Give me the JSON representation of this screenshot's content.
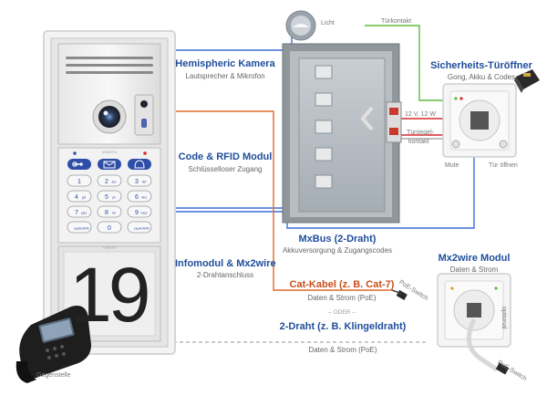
{
  "labels": {
    "camera_title": "Hemispheric Kamera",
    "camera_sub": "Lautsprecher & Mikrofon",
    "rfid_title": "Code & RFID Modul",
    "rfid_sub": "Schlüsselloser Zugang",
    "info_title": "Infomodul & Mx2wire",
    "info_sub": "2-Drahtanschluss",
    "mxbus_title": "MxBus (2-Draht)",
    "mxbus_sub": "Akkuversorgung & Zugangscodes",
    "opener_title": "Sicherheits-Türöffner",
    "opener_sub": "Gong, Akku & Codes",
    "mx2wire_title": "Mx2wire Modul",
    "mx2wire_sub": "Daten & Strom",
    "cat_title": "Cat-Kabel (z. B. Cat-7)",
    "cat_sub": "Daten & Strom (PoE)",
    "oder": "– ODER –",
    "twowire_title": "2-Draht (z. B. Klingeldraht)",
    "twowire_sub": "Daten & Strom (PoE)",
    "licht": "Licht",
    "tuerkontakt": "Türkontakt",
    "voltage": "12 V, 12 W",
    "riegel": "Türriegel-\nkontakt",
    "riegel_1": "Türriegel-",
    "riegel_2": "kontakt",
    "mute": "Mute",
    "tuer_oeffnen": "Tür öffnen",
    "optional": "optional",
    "poe_switch_1": "PoE-Switch",
    "poe_switch_2": "PoE-Switch",
    "gegenstelle": "Gegenstelle",
    "house_number": "19",
    "brand_top": "MOBOTIX",
    "brand_mid": "MOBOTIX"
  },
  "keypad": {
    "keys": [
      {
        "main": "1",
        "sub": ""
      },
      {
        "main": "2",
        "sub": "abc"
      },
      {
        "main": "3",
        "sub": "def"
      },
      {
        "main": "4",
        "sub": "ghi"
      },
      {
        "main": "5",
        "sub": "jkl"
      },
      {
        "main": "6",
        "sub": "mno"
      },
      {
        "main": "7",
        "sub": "pqrs"
      },
      {
        "main": "8",
        "sub": "tuv"
      },
      {
        "main": "9",
        "sub": "wxyz"
      },
      {
        "main": "OK",
        "sub": "ALARM"
      },
      {
        "main": "0",
        "sub": ""
      },
      {
        "main": "OK",
        "sub": "ALARM"
      }
    ]
  },
  "colors": {
    "title_blue": "#1f4e9c",
    "cable_blue": "#3b6fd8",
    "cable_orange": "#e26a2c",
    "cable_green": "#5dbb3b",
    "cable_red": "#d9292b",
    "frame_blue": "#5b7fcf"
  }
}
